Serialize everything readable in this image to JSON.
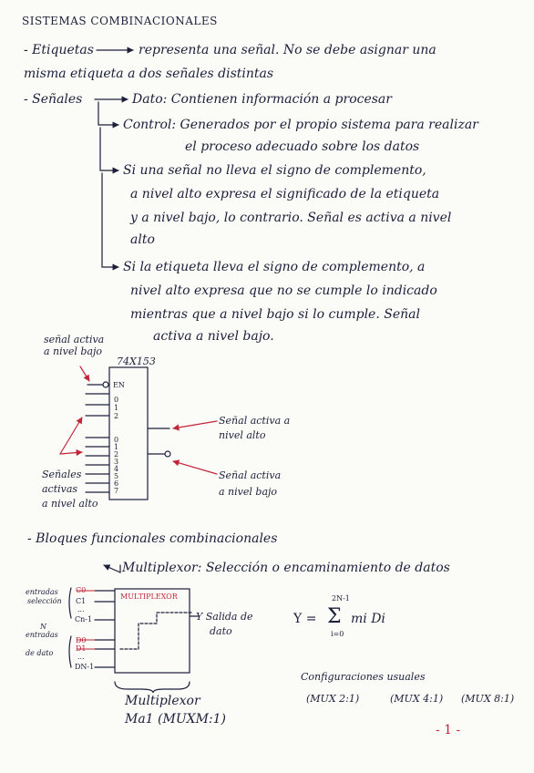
{
  "title": "SISTEMAS COMBINACIONALES",
  "etiquetas": {
    "label": "- Etiquetas",
    "line1": "representa una señal. No se debe asignar una",
    "line2": "misma etiqueta a dos señales distintas"
  },
  "senales": {
    "label": "- Señales",
    "dato": "Dato: Contienen información a procesar",
    "control_1": "Control: Generados por el propio sistema para realizar",
    "control_2": "el proceso adecuado sobre los datos",
    "activa_alto_1": "Si una señal no lleva el signo de complemento,",
    "activa_alto_2": "a nivel alto expresa el significado de la etiqueta",
    "activa_alto_3": "y a nivel bajo, lo contrario. Señal es activa a nivel",
    "activa_alto_4": "alto",
    "activa_bajo_1": "Si la etiqueta lleva el signo de complemento, a",
    "activa_bajo_2": "nivel alto expresa que no se cumple lo indicado",
    "activa_bajo_3": "mientras que a nivel bajo si lo cumple. Señal",
    "activa_bajo_4": "activa a nivel bajo."
  },
  "diagram1": {
    "label_activa_bajo_1": "señal activa",
    "label_activa_bajo_2": "a nivel bajo",
    "chip": "74X153",
    "en": "EN",
    "pins_top": [
      "0",
      "1",
      "2"
    ],
    "pins_bottom": [
      "0",
      "1",
      "2",
      "3",
      "4",
      "5",
      "6",
      "7"
    ],
    "right_alto_1": "Señal activa a",
    "right_alto_2": "nivel alto",
    "right_bajo_1": "Señal activa",
    "right_bajo_2": "a nivel bajo",
    "left_1": "Señales",
    "left_2": "activas",
    "left_3": "a nivel alto"
  },
  "bloques": {
    "label": "- Bloques funcionales combinacionales",
    "mux": "Multiplexor: Selección o encaminamiento de datos"
  },
  "diagram2": {
    "entradas_sel_1": "entradas",
    "entradas_sel_2": "selección",
    "c0": "C0",
    "c1": "C1",
    "dots": "...",
    "cn": "Cn-1",
    "n": "N",
    "entradas_dato_1": "entradas",
    "entradas_dato_2": "de dato",
    "d0": "D0",
    "d1": "D1",
    "dn": "DN-1",
    "block": "MULTIPLEXOR",
    "salida_1": "Y Salida de",
    "salida_2": "dato",
    "caption_1": "Multiplexor",
    "caption_2": "Ma1 (MUXM:1)"
  },
  "formula": {
    "upper": "2N-1",
    "lhs": "Y =",
    "sigma": "Σ",
    "term": "mi Di",
    "lower": "i=0"
  },
  "configuraciones": {
    "label": "Configuraciones usuales",
    "items": [
      "(MUX 2:1)",
      "(MUX 4:1)",
      "(MUX 8:1)"
    ]
  },
  "page_number": "- 1 -",
  "colors": {
    "ink": "#1c1f3a",
    "red": "#c2253a"
  }
}
